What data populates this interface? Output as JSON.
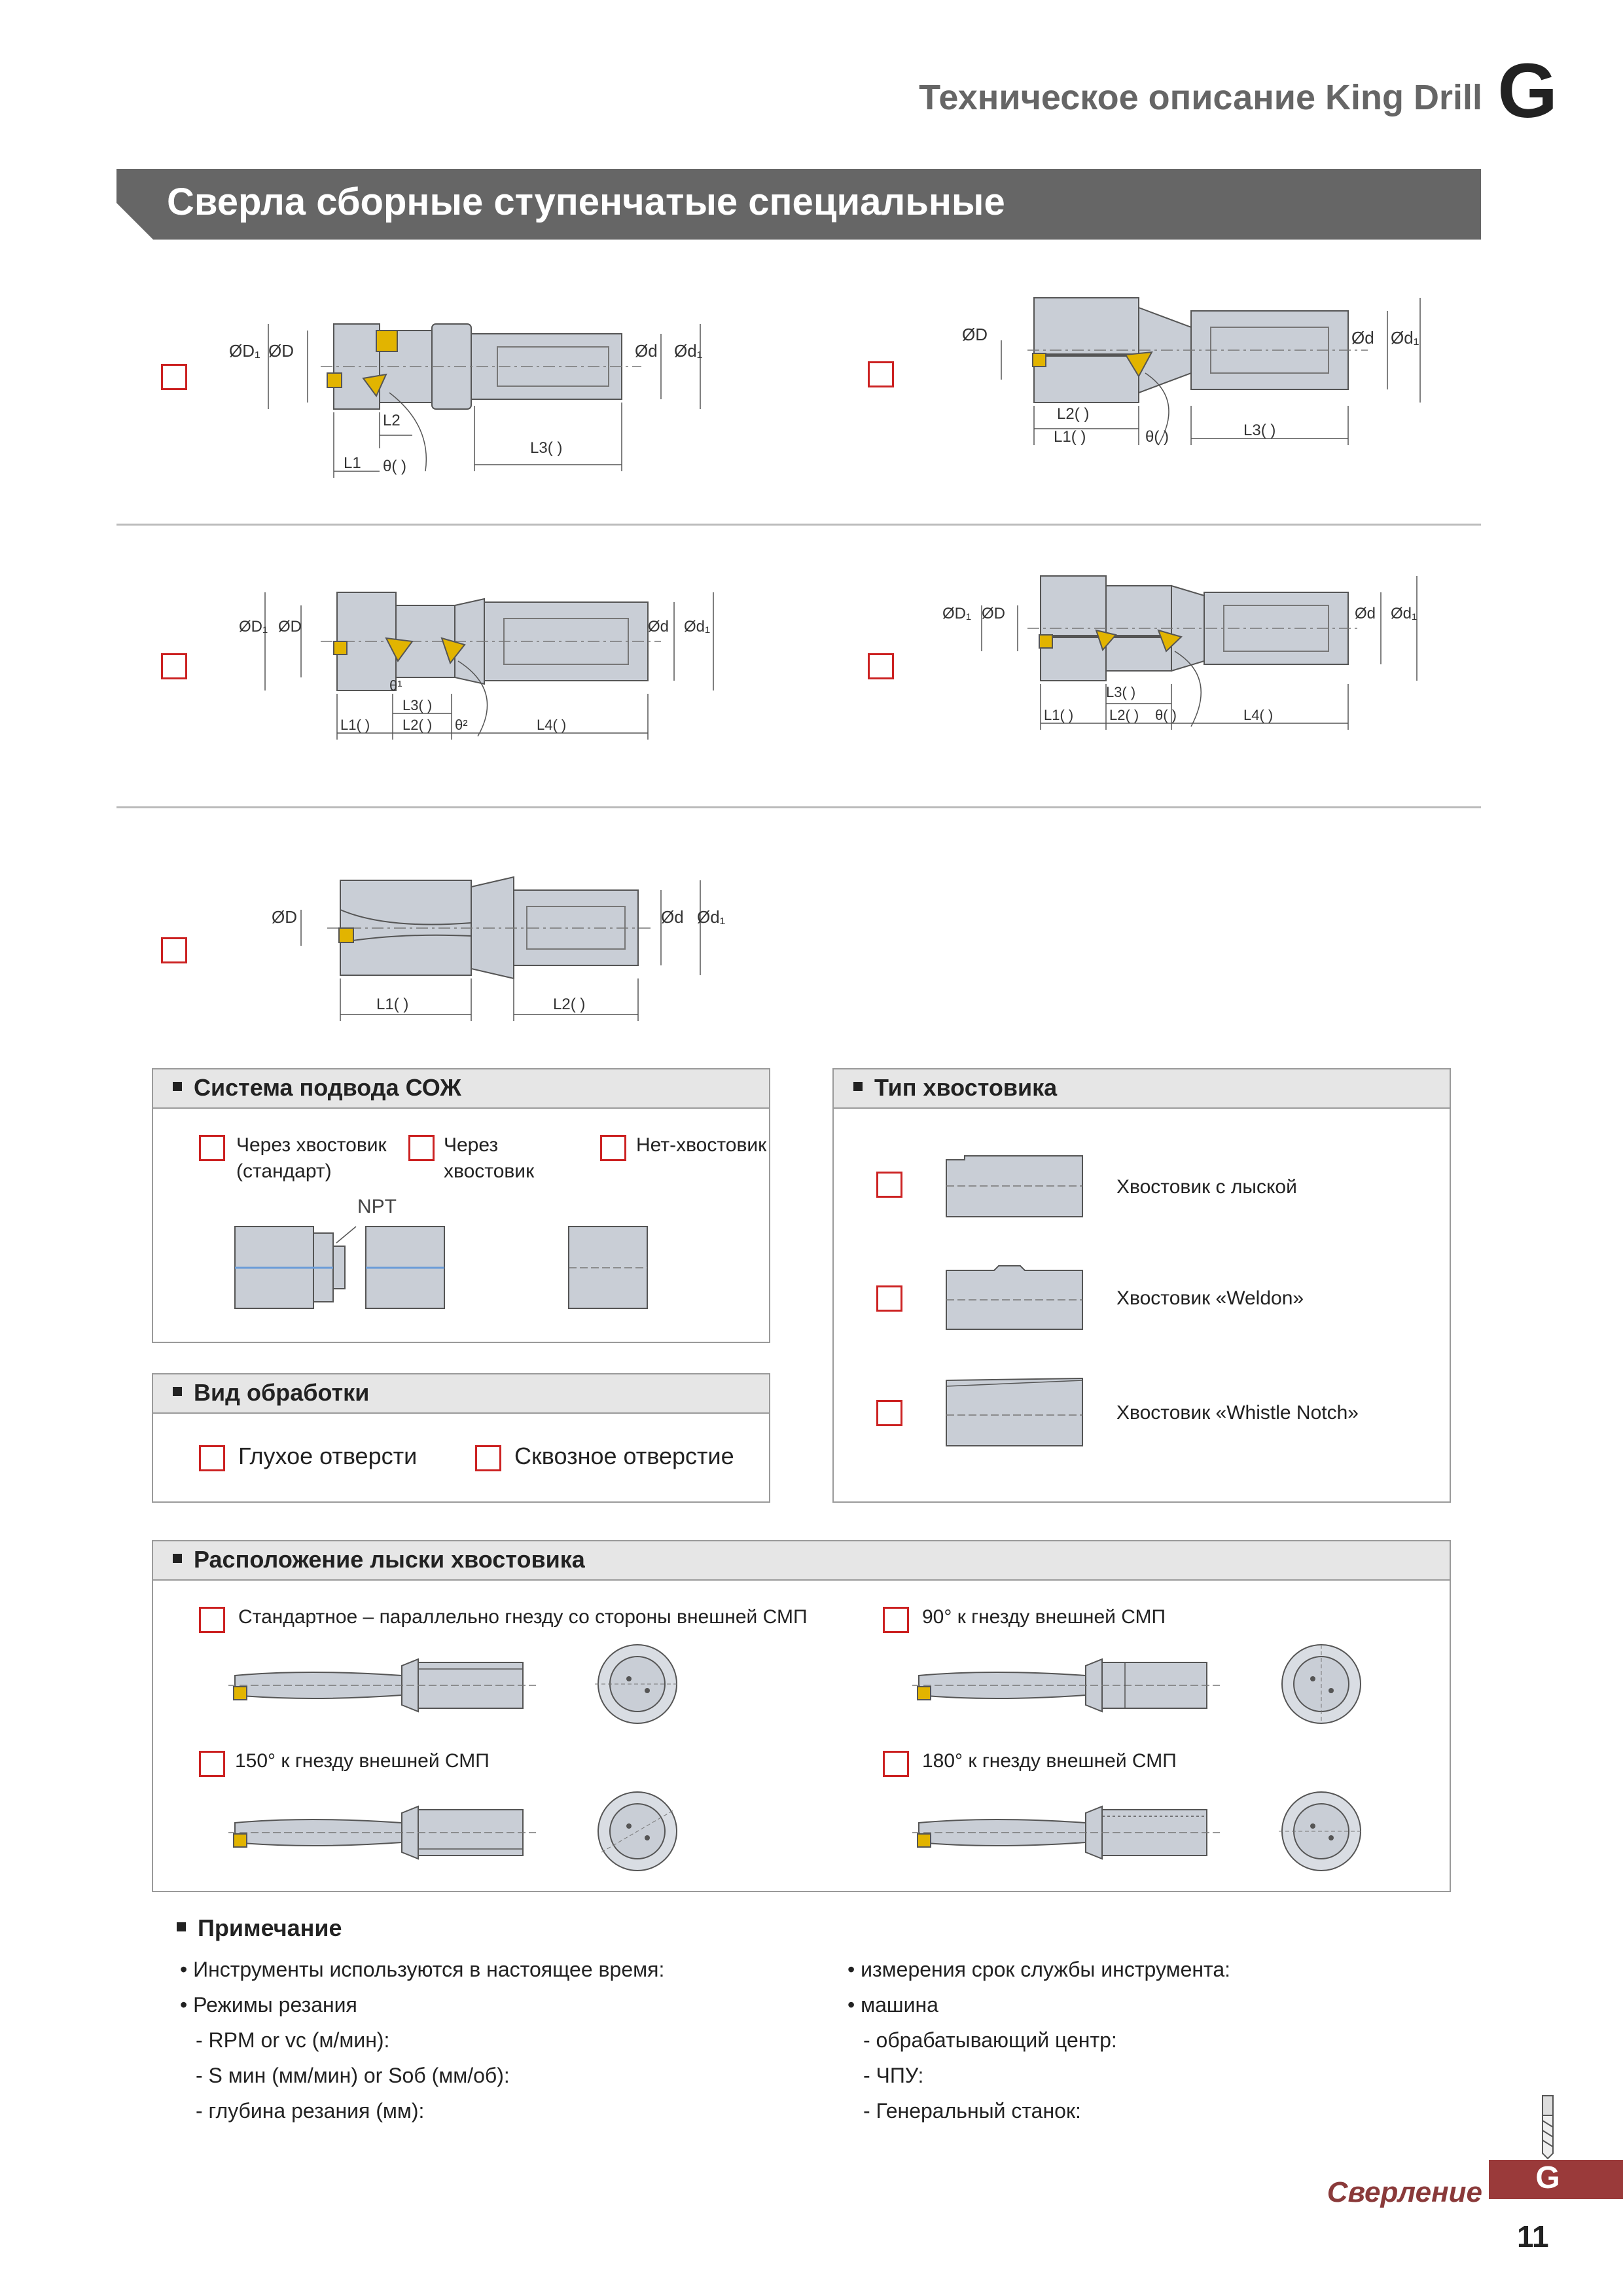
{
  "header": {
    "title": "Техническое описание King Drill",
    "letter": "G"
  },
  "section_title": "Сверла сборные ступенчатые специальные",
  "diagram_labels": {
    "D1": "ØD₁",
    "D": "ØD",
    "d": "Ød",
    "d1": "Ød₁",
    "paren": "(      )",
    "L1": "L1",
    "L2": "L2",
    "L3": "L3",
    "L4": "L4",
    "theta": "θ",
    "theta1": "θ¹",
    "theta2": "θ²",
    "L1p": "L1(      )",
    "L2p": "L2(      )",
    "L3p": "L3(      )",
    "L4p": "L4(      )",
    "thetap": "θ(      )"
  },
  "coolant": {
    "title": "Система подвода СОЖ",
    "opt1": "Через хвостовик (стандарт)",
    "opt1_line1": "Через хвостовик",
    "opt1_line2": "(стандарт)",
    "opt2_line1": "Через",
    "opt2_line2": "хвостовик",
    "opt3": "Нет-хвостовик",
    "npt": "NPT"
  },
  "machining": {
    "title": "Вид обработки",
    "opt1": "Глухое отверсти",
    "opt2": "Сквозное отверстие"
  },
  "shank": {
    "title": "Тип хвостовика",
    "opt1": "Хвостовик с лыской",
    "opt2": "Хвостовик «Weldon»",
    "opt3": "Хвостовик «Whistle Notch»"
  },
  "flat_position": {
    "title": "Расположение лыски хвостовика",
    "opt1": "Стандартное – параллельно гнезду со стороны внешней СМП",
    "opt2": "90° к гнезду внешней СМП",
    "opt3": "150° к гнезду внешней СМП",
    "opt4": "180° к гнезду внешней СМП"
  },
  "notes": {
    "title": "Примечание",
    "left": [
      "• Инструменты используются в настоящее время:",
      "• Режимы резания",
      "  - RPM or vc (м/мин):",
      "  - S мин (мм/мин) or Sоб (мм/об):",
      "  - глубина резания (мм):"
    ],
    "right": [
      "• измерения срок службы инструмента:",
      "• машина",
      "  - обрабатывающий центр:",
      "  - ЧПУ:",
      "  - Генеральный станок:"
    ]
  },
  "footer": {
    "section": "Сверление",
    "letter": "G",
    "page": "11"
  },
  "colors": {
    "banner": "#666666",
    "checkbox": "#cc2222",
    "footer": "#9a3a3a",
    "tool": "#c9ced6",
    "insert": "#e2b400"
  }
}
